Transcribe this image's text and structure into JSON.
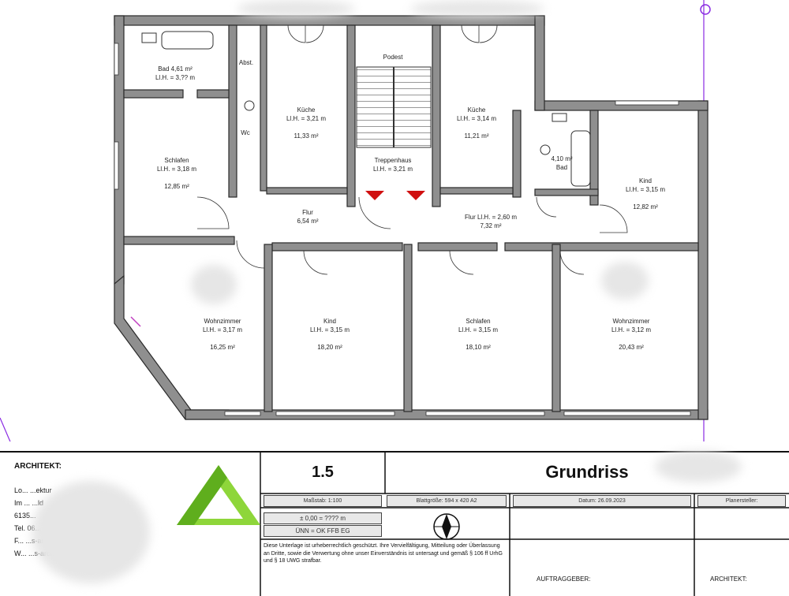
{
  "rooms": [
    {
      "name": "Bad",
      "height": "Ll.H. = 3,?? m",
      "area": "4,61 m²"
    },
    {
      "name": "Abst.",
      "height": "",
      "area": ""
    },
    {
      "name": "Küche",
      "height": "Ll.H. = 3,21 m",
      "area": "11,33 m²"
    },
    {
      "name": "Podest",
      "height": "",
      "area": ""
    },
    {
      "name": "Küche",
      "height": "Ll.H. = 3,14 m",
      "area": "11,21 m²"
    },
    {
      "name": "Schlafen",
      "height": "Ll.H. = 3,18 m",
      "area": "12,85 m²"
    },
    {
      "name": "Wc",
      "height": "",
      "area": ""
    },
    {
      "name": "Treppenhaus",
      "height": "Ll.H. = 3,21 m",
      "area": ""
    },
    {
      "name": "Bad",
      "height": "",
      "area": "4,10 m²"
    },
    {
      "name": "Kind",
      "height": "Ll.H. = 3,15 m",
      "area": "12,82 m²"
    },
    {
      "name": "Flur",
      "height": "",
      "area": "6,54 m²"
    },
    {
      "name": "Flur  Ll.H. = 2,60 m",
      "height": "",
      "area": "7,32 m²"
    },
    {
      "name": "Wohnzimmer",
      "height": "Ll.H. = 3,17 m",
      "area": "16,25 m²"
    },
    {
      "name": "Kind",
      "height": "Ll.H. = 3,15 m",
      "area": "18,20 m²"
    },
    {
      "name": "Schlafen",
      "height": "Ll.H. = 3,15 m",
      "area": "18,10 m²"
    },
    {
      "name": "Wohnzimmer",
      "height": "Ll.H. = 3,12 m",
      "area": "20,43 m²"
    }
  ],
  "title_block": {
    "architect_heading": "ARCHITEKT:",
    "architect_lines": [
      "Lo... ...ektur",
      "Im ... ...ld",
      "6135...",
      "Tel. 06... ...1 62",
      "F... ...s-architektur.de",
      "W... ...s-architektur.de"
    ],
    "plan_number": "1.5",
    "plan_title": "Grundriss",
    "scale": "Maßstab: 1:100",
    "sheet_size": "Blattgröße: 594 x 420 A2",
    "date": "Datum: 26.09.2023",
    "planner": "Planersteller:",
    "elevation_1": "± 0,00 = ???? m",
    "elevation_2": "ÜNN = OK FFB EG",
    "copyright": "Diese Unterlage ist urheberrechtlich geschützt. Ihre Vervielfältigung, Mitteilung oder Überlassung an Dritte, sowie die Verwertung ohne unser Einverständnis ist untersagt und gemäß § 106 ff UrhG und § 18 UWG strafbar.",
    "client": "AUFTRAGGEBER:",
    "architect_footer": "ARCHITEKT:"
  },
  "colors": {
    "wall": "#8f8f8f",
    "wall_stroke": "#2a2a2a",
    "logo_green": "#8ed63a",
    "logo_dark": "#5fae1d",
    "marker_red": "#d01010",
    "guide_purple": "#8a2be2"
  }
}
